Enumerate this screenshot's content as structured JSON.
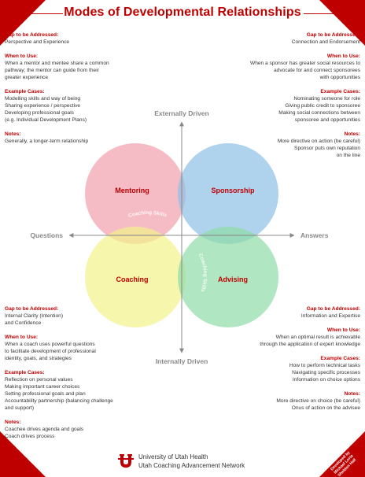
{
  "title": "Modes of Developmental Relationships",
  "axes": {
    "top": "Externally Driven",
    "bottom": "Internally Driven",
    "left": "Questions",
    "right": "Answers"
  },
  "circles": {
    "mentoring": {
      "label": "Mentoring",
      "color": "#f2a6b2"
    },
    "sponsorship": {
      "label": "Sponsorship",
      "color": "#8ec1e6"
    },
    "coaching": {
      "label": "Coaching",
      "color": "#f2f28a"
    },
    "advising": {
      "label": "Advising",
      "color": "#8fdca6"
    }
  },
  "overlays": {
    "coaching_skills_top": "Coaching Skills",
    "coaching_skills_right": "Coaching Skills"
  },
  "mentoring": {
    "gap_head": "Gap to be Addressed:",
    "gap_text": [
      "Perspective and Experience"
    ],
    "when_head": "When to Use:",
    "when_text": [
      "When a mentor and mentee share a common",
      "pathway; the mentor can guide from their",
      "greater experience"
    ],
    "cases_head": "Example Cases:",
    "cases_text": [
      "Modelling skills and way of being",
      "Sharing experience / perspective",
      "Developing professional goals",
      "(e.g. Individual Development Plans)"
    ],
    "notes_head": "Notes:",
    "notes_text": [
      "Generally, a longer-term relationship"
    ]
  },
  "sponsorship": {
    "gap_head": "Gap to be Addressed:",
    "gap_text": [
      "Connection and Endorsement"
    ],
    "when_head": "When to Use:",
    "when_text": [
      "When a sponsor has greater social resources to",
      "advocate for and connect sponsorees",
      "with opportunities"
    ],
    "cases_head": "Example Cases:",
    "cases_text": [
      "Nominating someone for role",
      "Giving public credit to sponsoree",
      "Making social connections between",
      "sponsoree and opportunities"
    ],
    "notes_head": "Notes:",
    "notes_text": [
      "More directive on action (be careful)",
      "Sponsor puts own reputation",
      "on the line"
    ]
  },
  "coaching": {
    "gap_head": "Gap to be Addressed:",
    "gap_text": [
      "Internal Clarity (Intention)",
      "and Confidence"
    ],
    "when_head": "When to Use:",
    "when_text": [
      "When a coach uses powerful questions",
      "to facilitate development of professional",
      "identity, goals, and strategies"
    ],
    "cases_head": "Example Cases:",
    "cases_text": [
      "Reflection on personal values",
      "Making important career choices",
      "Setting professional goals and plan",
      "Accountability partnership (balancing challenge",
      "and support)"
    ],
    "notes_head": "Notes:",
    "notes_text": [
      "Coachee drives agenda and goals",
      "Coach drives process"
    ]
  },
  "advising": {
    "gap_head": "Gap to be Addressed:",
    "gap_text": [
      "Information and Expertise"
    ],
    "when_head": "When to Use:",
    "when_text": [
      "When an optimal result is achievable",
      "through the application of expert knowledge"
    ],
    "cases_head": "Example Cases:",
    "cases_text": [
      "How to perform technical tasks",
      "Navigating specific processes",
      "Information on choice options"
    ],
    "notes_head": "Notes:",
    "notes_text": [
      "More directive on choice (be careful)",
      "Onus of action on the advisee"
    ]
  },
  "footer": {
    "line1": "University of Utah Health",
    "line2": "Utah Coaching Advancement Network"
  },
  "badge": [
    "Developed by",
    "Michael Lorta",
    "Sheldon Hall"
  ],
  "colors": {
    "accent": "#be0000",
    "axis": "#888888"
  }
}
